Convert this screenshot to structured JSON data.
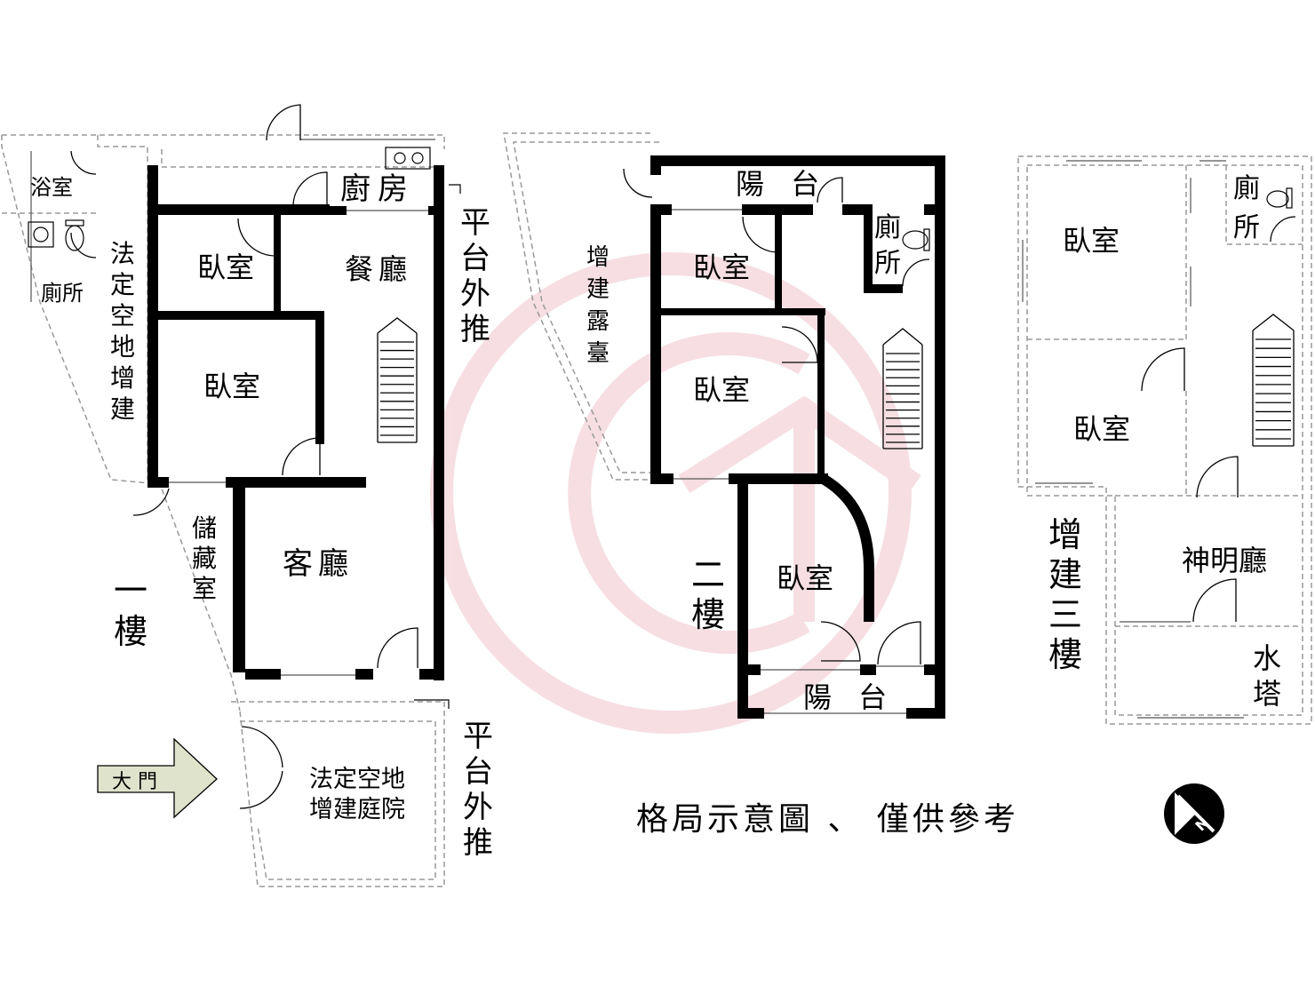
{
  "floor1": {
    "rooms": {
      "bathroom": "浴室",
      "toilet": "廁所",
      "kitchen": "廚房",
      "bedroom_a": "臥室",
      "dining": "餐廳",
      "bedroom_b": "臥室",
      "living": "客廳",
      "storage": [
        "儲",
        "藏",
        "室"
      ],
      "legal_extension": [
        "法",
        "定",
        "空",
        "地",
        "增",
        "建"
      ],
      "platform_push_top": [
        "平",
        "台",
        "外",
        "推"
      ],
      "platform_push_bottom": [
        "平",
        "台",
        "外",
        "推"
      ],
      "courtyard": [
        "法定空地",
        "增建庭院"
      ]
    },
    "floor_label": [
      "一",
      "樓"
    ],
    "gate_label": "大 門"
  },
  "floor2": {
    "rooms": {
      "balcony_top": "陽 台",
      "bedroom_a": "臥室",
      "toilet": [
        "廁",
        "所"
      ],
      "bedroom_b": "臥室",
      "bedroom_c": "臥室",
      "balcony_bottom": "陽 台",
      "terrace": [
        "增",
        "建",
        "露",
        "臺"
      ]
    },
    "floor_label": [
      "二",
      "樓"
    ]
  },
  "floor3": {
    "rooms": {
      "bedroom_a": "臥室",
      "toilet": [
        "廁",
        "所"
      ],
      "bedroom_b": "臥室",
      "shrine": "神明廳",
      "water_tower": [
        "水",
        "塔"
      ]
    },
    "floor_label": [
      "增",
      "建",
      "三",
      "樓"
    ]
  },
  "footer_note": "格局示意圖 、 僅供參考",
  "compass": {
    "label": "N",
    "icon": "north-arrow-icon"
  },
  "watermark": {
    "icon": "brand-logo-icon",
    "color": "#e8a3b0"
  },
  "colors": {
    "wall": "#000000",
    "dashed": "#999999",
    "gate_fill": "#dfe3cc"
  }
}
